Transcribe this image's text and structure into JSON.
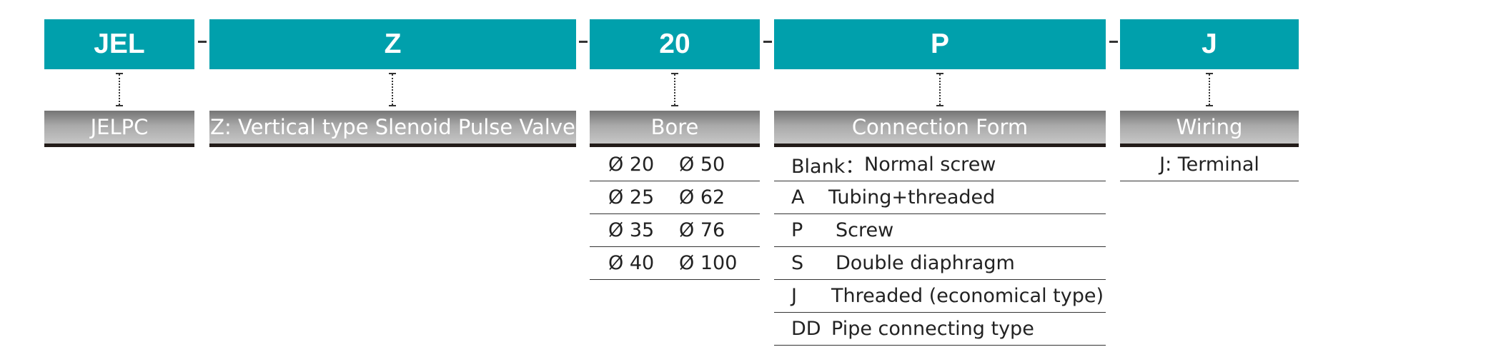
{
  "segments": [
    {
      "code": "JEL",
      "header": "JELPC"
    },
    {
      "code": "Z",
      "header": "Z: Vertical type Slenoid Pulse Valve"
    },
    {
      "code": "20",
      "header": "Bore"
    },
    {
      "code": "P",
      "header": "Connection Form"
    },
    {
      "code": "J",
      "header": "Wiring"
    }
  ],
  "separator": "-",
  "bore": {
    "rows": [
      [
        "Ø 20",
        "Ø 50"
      ],
      [
        "Ø 25",
        "Ø 62"
      ],
      [
        "Ø 35",
        "Ø 76"
      ],
      [
        "Ø 40",
        "Ø 100"
      ]
    ]
  },
  "connection_form": {
    "rows": [
      {
        "code": "Blank：",
        "desc": "Normal screw"
      },
      {
        "code": "A",
        "desc": "Tubing+threaded"
      },
      {
        "code": "P",
        "desc": "Screw"
      },
      {
        "code": "S",
        "desc": "Double diaphragm"
      },
      {
        "code": "J",
        "desc": "Threaded (economical type)"
      },
      {
        "code": "DD",
        "desc": "Pipe connecting type"
      }
    ]
  },
  "wiring": {
    "rows": [
      "J: Terminal"
    ]
  }
}
